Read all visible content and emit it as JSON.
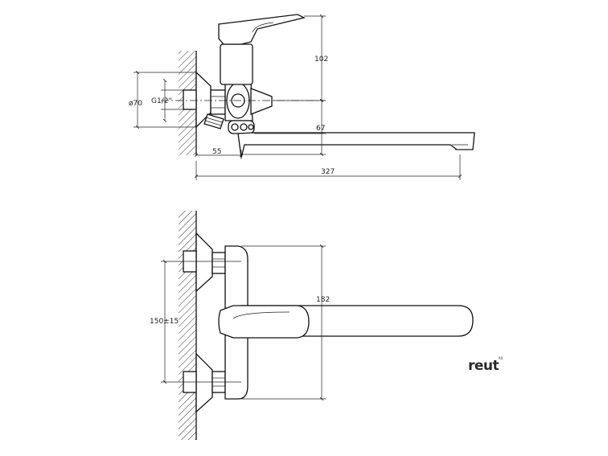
{
  "dimensions": {
    "height_top": "102",
    "spout_offset": "67",
    "wall_clearance": "55",
    "total_length": "327",
    "flange_diameter": "ø70",
    "thread_size": "G1/2\"",
    "inlet_spacing": "150±15",
    "front_length": "182"
  },
  "brand": {
    "logo_text": "reut",
    "logo_superscript": "RX"
  }
}
